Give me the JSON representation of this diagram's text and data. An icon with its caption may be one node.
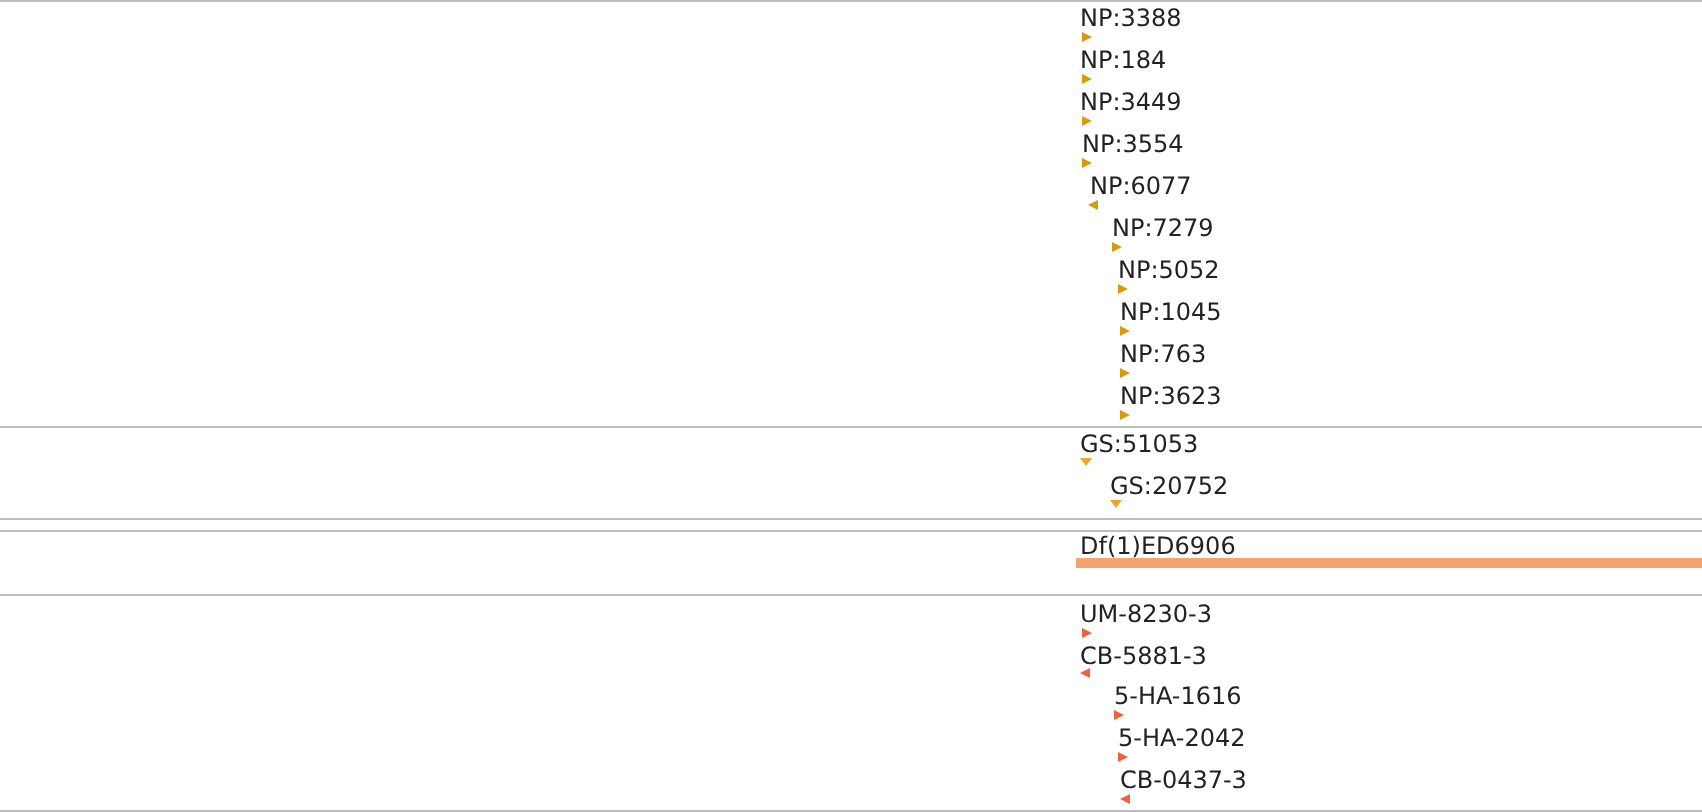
{
  "diagram": {
    "labels": [
      "NP:3388",
      "NP:184",
      "NP:3449",
      "NP:3554",
      "NP:6077",
      "NP:7279",
      "NP:5052",
      "NP:1045",
      "NP:763",
      "NP:3623",
      "GS:51053",
      "GS:20752",
      "Df(1)ED6906",
      "UM-8230-3",
      "CB-5881-3",
      "5-HA-1616",
      "5-HA-2042",
      "CB-0437-3"
    ]
  }
}
